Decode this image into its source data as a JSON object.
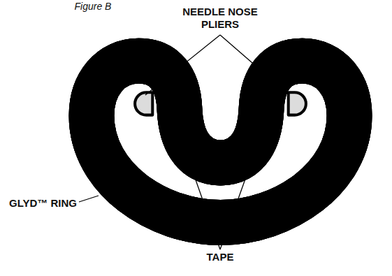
{
  "diagram": {
    "labels": [
      "Figure B",
      "NEEDLE NOSE PLIERS",
      "GLYD™ RING",
      "TAPE"
    ]
  }
}
